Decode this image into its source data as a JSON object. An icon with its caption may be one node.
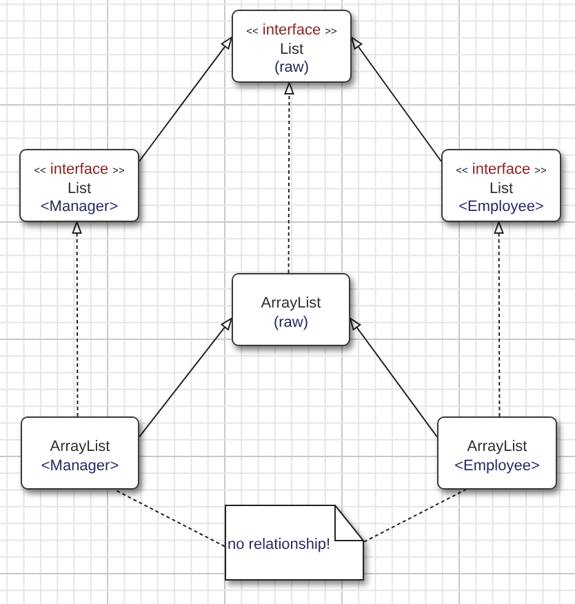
{
  "diagram": {
    "nodes": [
      {
        "text": [
          "<< interface >>",
          "List",
          "(raw)"
        ]
      },
      {
        "text": [
          "<< interface >>",
          "List",
          "<Manager>"
        ]
      },
      {
        "text": [
          "<< interface >>",
          "List",
          "<Employee>"
        ]
      },
      {
        "text": [
          "ArrayList",
          "(raw)"
        ]
      },
      {
        "text": [
          "ArrayList",
          "<Manager>"
        ]
      },
      {
        "text": [
          "ArrayList",
          "<Employee>"
        ]
      },
      {
        "text": [
          "no relationship!"
        ]
      }
    ],
    "edges": [
      {
        "from": 1,
        "to": 0,
        "arrow": "to"
      },
      {
        "from": 2,
        "to": 0,
        "arrow": "to"
      },
      {
        "from": 3,
        "to": 0,
        "arrow": "to",
        "style": "dashed"
      },
      {
        "from": 4,
        "to": 1,
        "arrow": "to",
        "style": "dashed"
      },
      {
        "from": 5,
        "to": 2,
        "arrow": "to",
        "style": "dashed"
      },
      {
        "from": 4,
        "to": 3,
        "arrow": "to"
      },
      {
        "from": 5,
        "to": 3,
        "arrow": "to"
      },
      {
        "from": 6,
        "to": 4,
        "arrow": "none",
        "style": "dashed"
      },
      {
        "from": 6,
        "to": 5,
        "arrow": "none",
        "style": "dashed"
      }
    ]
  }
}
